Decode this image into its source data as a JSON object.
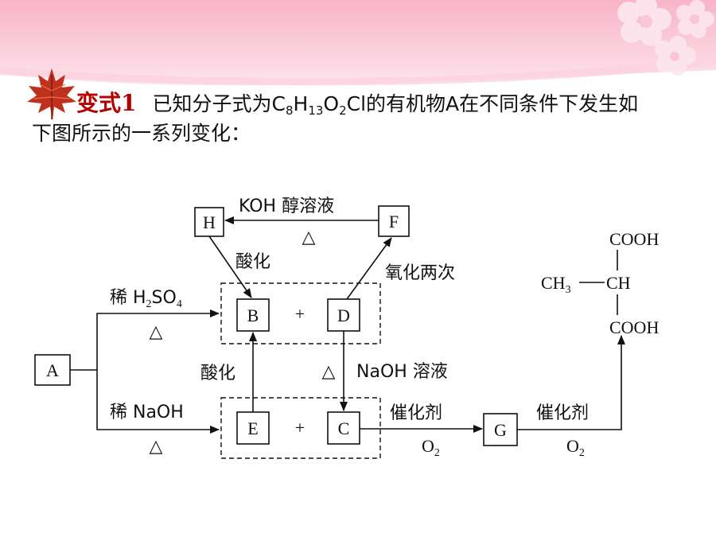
{
  "header": {
    "tag": "变式1",
    "line1_before": "已知分子式为C",
    "formula_sub1": "8",
    "formula_h": "H",
    "formula_sub2": "13",
    "formula_o": "O",
    "formula_sub3": "2",
    "line1_after": "Cl的有机物A在不同条件下发生如",
    "line2": "下图所示的一系列变化："
  },
  "nodes": {
    "A": "A",
    "B": "B",
    "C": "C",
    "D": "D",
    "E": "E",
    "F": "F",
    "G": "G",
    "H": "H",
    "plus_top": "+",
    "plus_bottom": "+"
  },
  "conditions": {
    "koh_alcohol": "KOH 醇溶液",
    "heat": "△",
    "acidify": "酸化",
    "oxidize_twice": "氧化两次",
    "dilute_h2so4_prefix": "稀 H",
    "dilute_h2so4_sub1": "2",
    "dilute_h2so4_mid": "SO",
    "dilute_h2so4_sub2": "4",
    "dilute_naoh": "稀 NaOH",
    "naoh_solution": "NaOH 溶液",
    "catalyst": "催化剂",
    "o2_main": "O",
    "o2_sub": "2"
  },
  "product": {
    "cooh_top": "COOH",
    "ch3": "CH",
    "ch3_sub": "3",
    "ch": "CH",
    "cooh_bottom": "COOH"
  }
}
